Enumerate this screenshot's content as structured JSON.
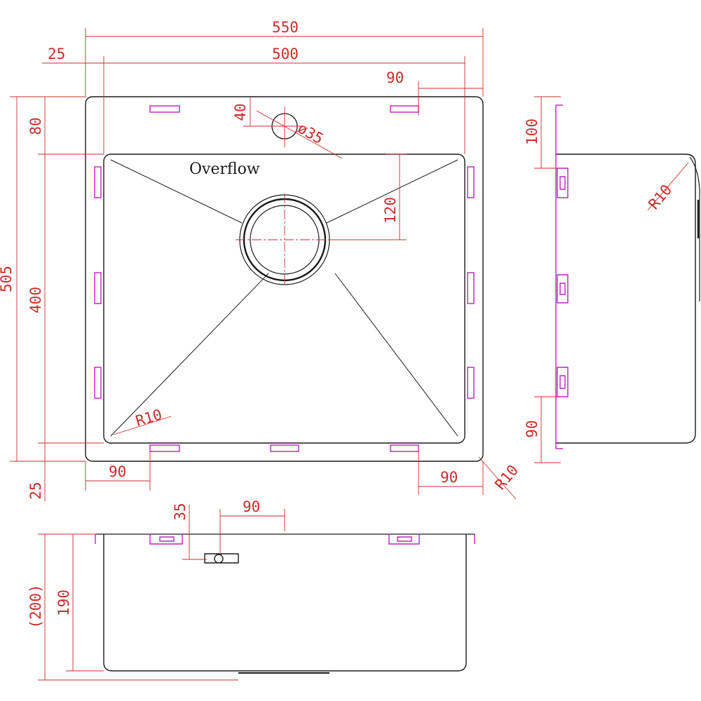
{
  "colors": {
    "outline": "#1a1a1a",
    "dimension": "#cc2b2b",
    "clip": "#c020c0",
    "background": "#ffffff"
  },
  "plan_view": {
    "overall_width": "550",
    "bowl_width": "500",
    "flange_left": "25",
    "overflow_offset_right": "90",
    "overall_depth": "505",
    "bowl_depth": "400",
    "top_flange": "80",
    "bottom_flange": "25",
    "overflow_hole_offset": "40",
    "overflow_hole_diameter": "ø35",
    "overflow_label": "Overflow",
    "drain_offset": "120",
    "bowl_corner_radius": "R10",
    "outer_corner_radius": "R10",
    "clip_offset_left": "90",
    "clip_offset_right": "90"
  },
  "side_view": {
    "top_offset": "100",
    "bottom_offset": "90",
    "corner_radius": "R10"
  },
  "front_view": {
    "overflow_drop": "35",
    "overflow_offset": "90",
    "bowl_height": "190",
    "overall_height": "(200)"
  }
}
